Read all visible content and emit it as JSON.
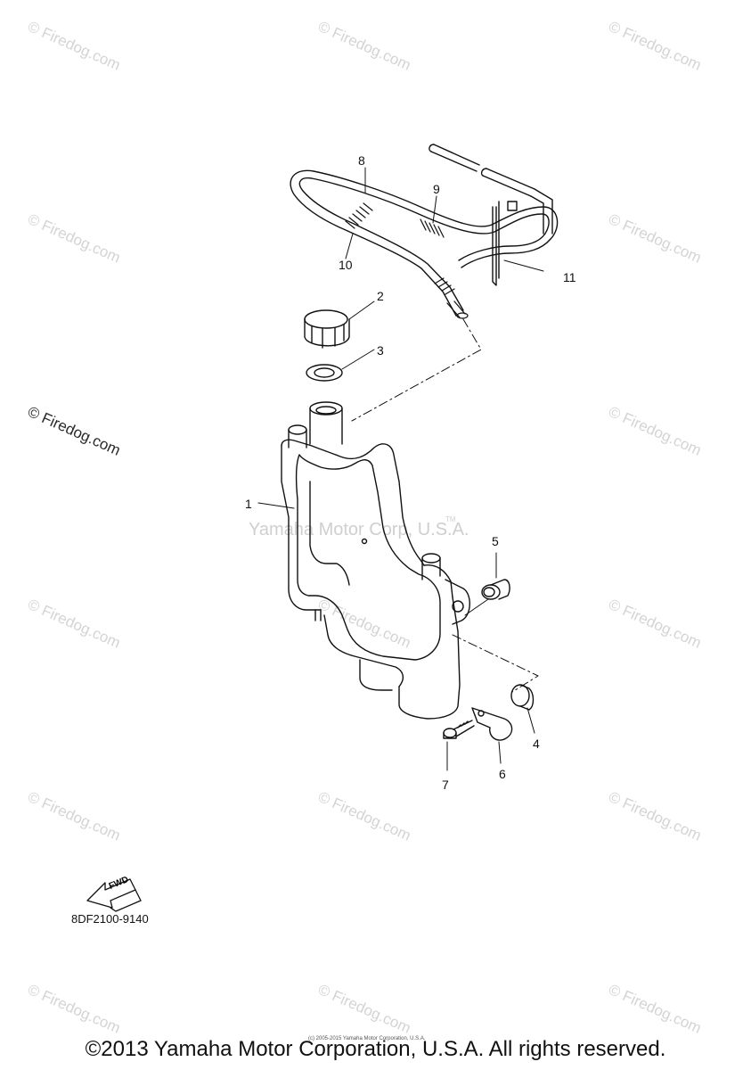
{
  "watermark": {
    "text": "© Firedog.com",
    "center_text": "Yamaha Motor Corp, U.S.A.",
    "tm": "TM"
  },
  "callouts": [
    "1",
    "2",
    "3",
    "4",
    "5",
    "6",
    "7",
    "8",
    "9",
    "10",
    "11"
  ],
  "fwd_label": "FWD",
  "part_number": "8DF2100-9140",
  "fine_print": "(c) 2005-2015 Yamaha Motor Corporation, U.S.A.",
  "copyright": "©2013 Yamaha Motor Corporation, U.S.A. All rights reserved."
}
